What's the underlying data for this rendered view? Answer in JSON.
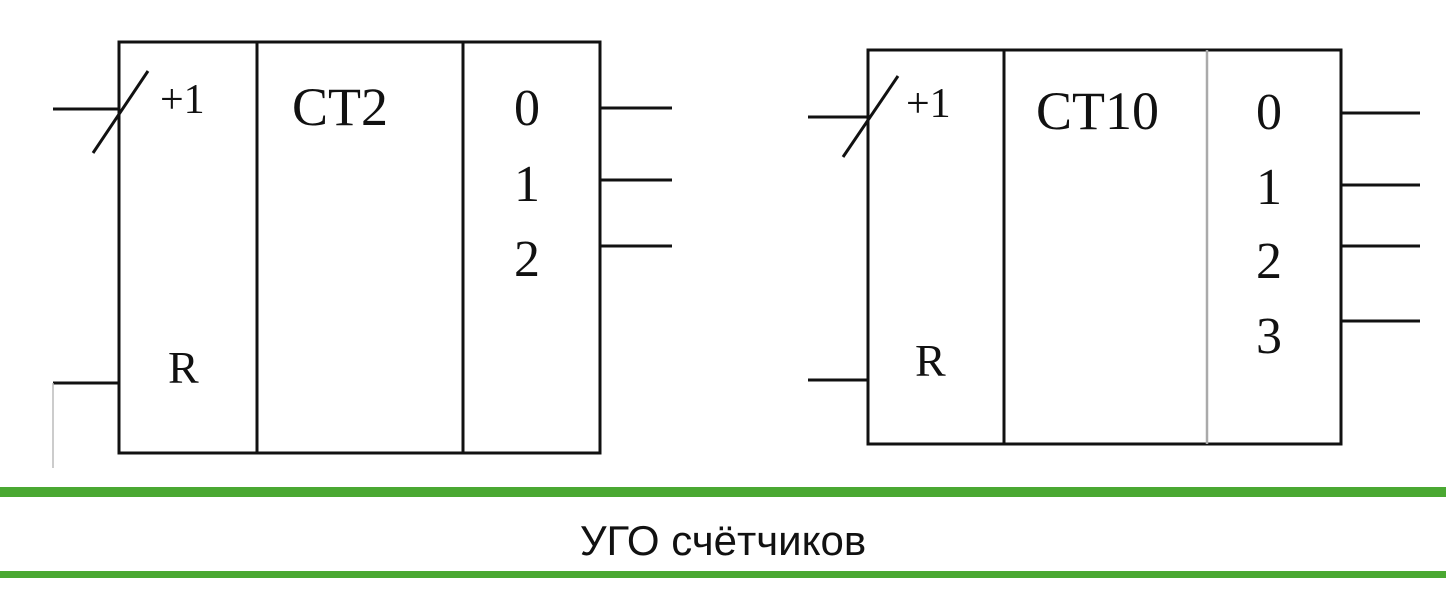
{
  "caption": "УГО счётчиков",
  "colors": {
    "line": "#111111",
    "accent_band": "#4aa832",
    "background": "#ffffff"
  },
  "counters": [
    {
      "count_label": "+1",
      "title": "CT2",
      "reset_label": "R",
      "outputs": [
        "0",
        "1",
        "2"
      ]
    },
    {
      "count_label": "+1",
      "title": "CT10",
      "reset_label": "R",
      "outputs": [
        "0",
        "1",
        "2",
        "3"
      ]
    }
  ]
}
